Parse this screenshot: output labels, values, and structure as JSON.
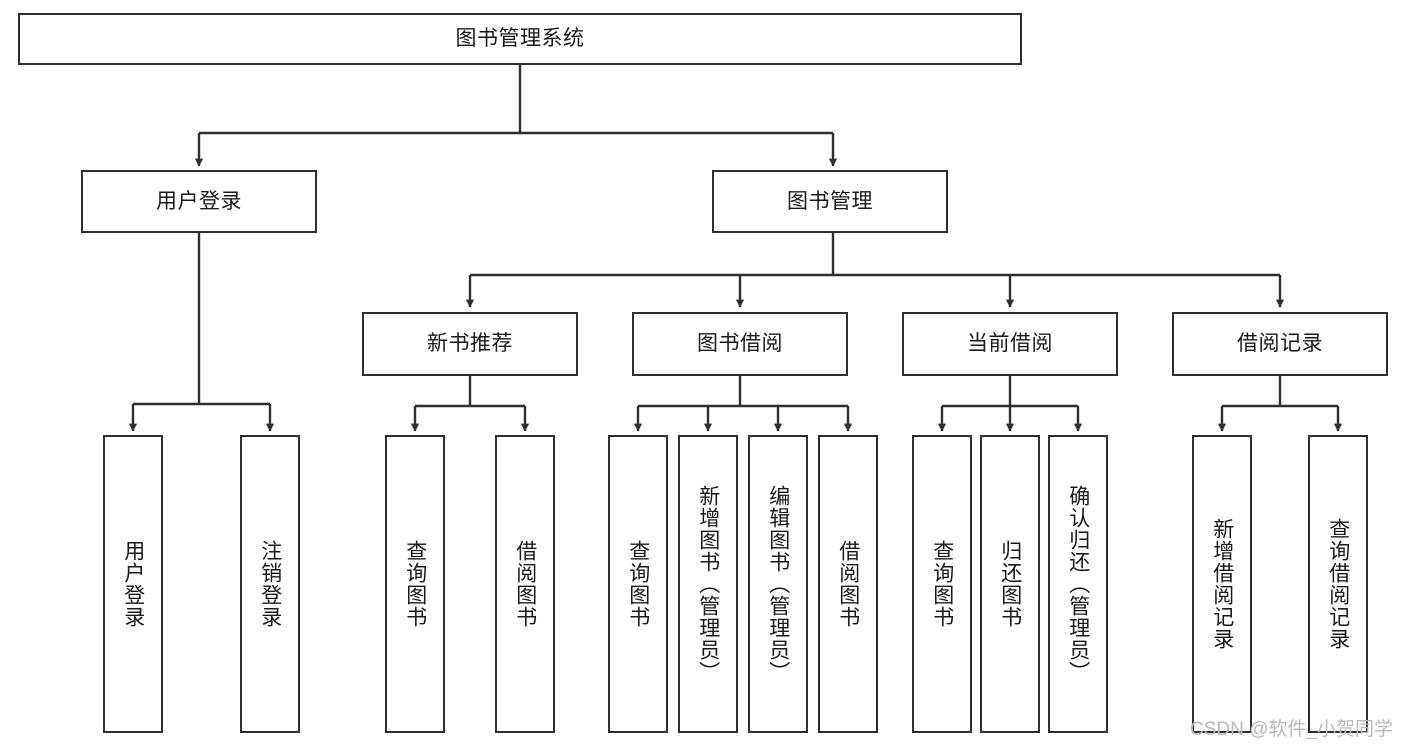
{
  "diagram": {
    "type": "tree-hierarchy-chart",
    "title": "图书管理系统",
    "watermark": "CSDN @软件_小贺同学",
    "colors": {
      "box_border": "#2f2f2f",
      "box_fill": "#ffffff",
      "connector": "#2f2f2f",
      "text": "#1a1a1a",
      "watermark": "#b9b9b9",
      "background": "#ffffff"
    },
    "root": {
      "label": "图书管理系统"
    },
    "level2": [
      {
        "label": "用户登录"
      },
      {
        "label": "图书管理"
      }
    ],
    "level3": [
      {
        "label": "新书推荐"
      },
      {
        "label": "图书借阅"
      },
      {
        "label": "当前借阅"
      },
      {
        "label": "借阅记录"
      }
    ],
    "leaves": {
      "user_login": [
        {
          "label": "用户登录"
        },
        {
          "label": "注销登录"
        }
      ],
      "new_book_recommend": [
        {
          "label": "查询图书"
        },
        {
          "label": "借阅图书"
        }
      ],
      "book_borrow": [
        {
          "label": "查询图书"
        },
        {
          "label": "新增图书（管理员）"
        },
        {
          "label": "编辑图书（管理员）"
        },
        {
          "label": "借阅图书"
        }
      ],
      "current_borrow": [
        {
          "label": "查询图书"
        },
        {
          "label": "归还图书"
        },
        {
          "label": "确认归还（管理员）"
        }
      ],
      "borrow_record": [
        {
          "label": "新增借阅记录"
        },
        {
          "label": "查询借阅记录"
        }
      ]
    }
  }
}
